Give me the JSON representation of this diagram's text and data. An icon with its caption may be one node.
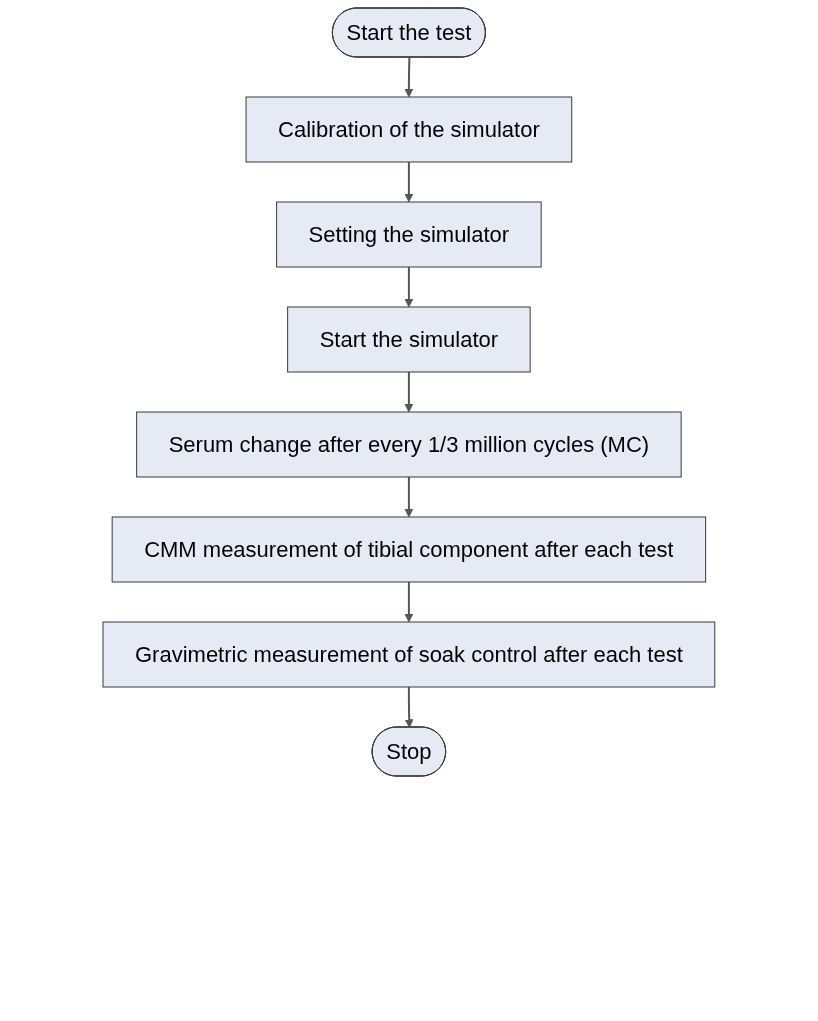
{
  "diagram": {
    "nodes": [
      {
        "text": [
          "Start the test"
        ]
      },
      {
        "text": [
          "Calibration of the simulator"
        ]
      },
      {
        "text": [
          "Setting the simulator"
        ]
      },
      {
        "text": [
          "Start the simulator"
        ]
      },
      {
        "text": [
          "Serum change after every 1/3 million cycles (MC)"
        ]
      },
      {
        "text": [
          "CMM measurement of tibial component after each test"
        ]
      },
      {
        "text": [
          "Gravimetric measurement of soak control after each test"
        ]
      },
      {
        "text": [
          "Stop"
        ]
      }
    ],
    "edges": [
      {
        "from": 0,
        "to": 1,
        "arrow": "to"
      },
      {
        "from": 1,
        "to": 2,
        "arrow": "to"
      },
      {
        "from": 2,
        "to": 3,
        "arrow": "to"
      },
      {
        "from": 3,
        "to": 4,
        "arrow": "to"
      },
      {
        "from": 4,
        "to": 5,
        "arrow": "to"
      },
      {
        "from": 5,
        "to": 6,
        "arrow": "to"
      },
      {
        "from": 6,
        "to": 7,
        "arrow": "to"
      }
    ]
  }
}
